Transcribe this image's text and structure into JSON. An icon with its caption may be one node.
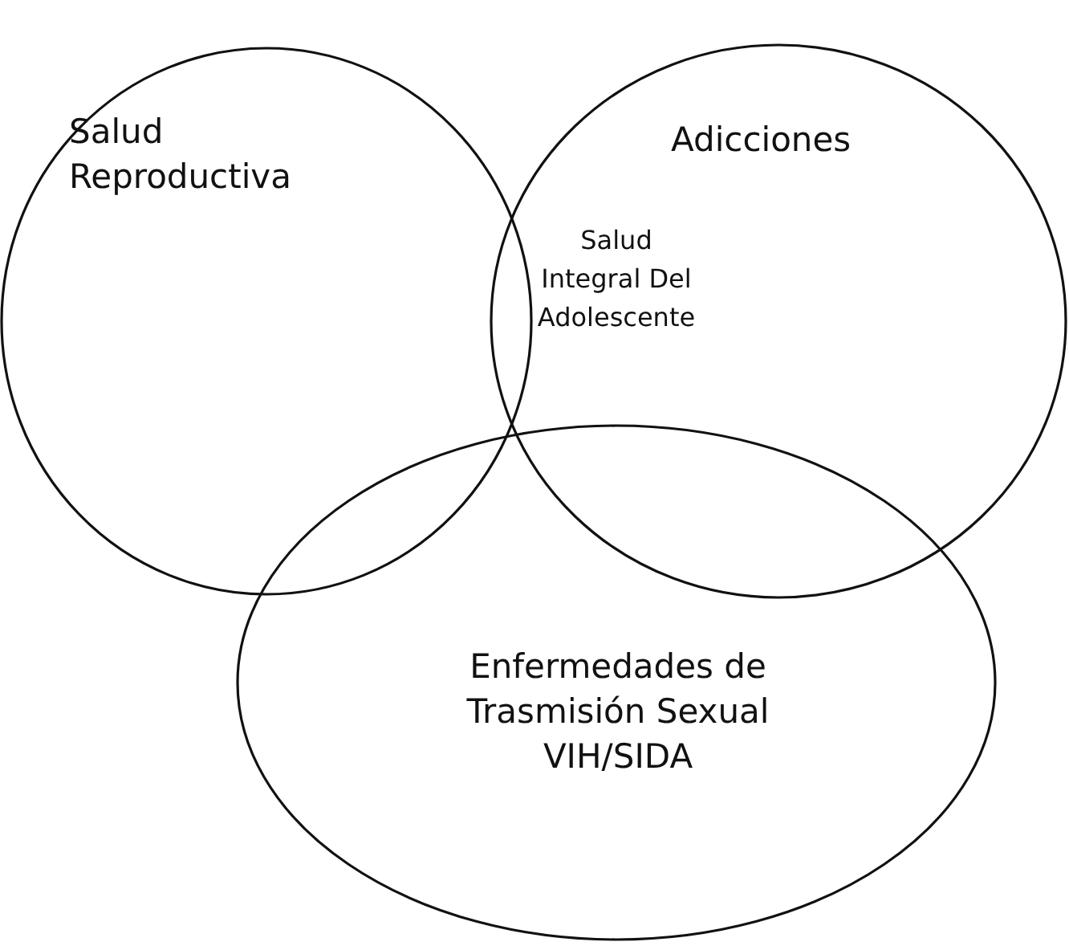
{
  "diagram": {
    "nodes": [
      {
        "text": [
          "Salud Reproductiva"
        ]
      },
      {
        "text": [
          "Adicciones"
        ]
      },
      {
        "text": [
          "Enfermedades de Trasmisión Sexual VIH/SIDA"
        ]
      }
    ],
    "edges": [],
    "labels": [
      "Salud Integral Del Adolescente"
    ]
  }
}
